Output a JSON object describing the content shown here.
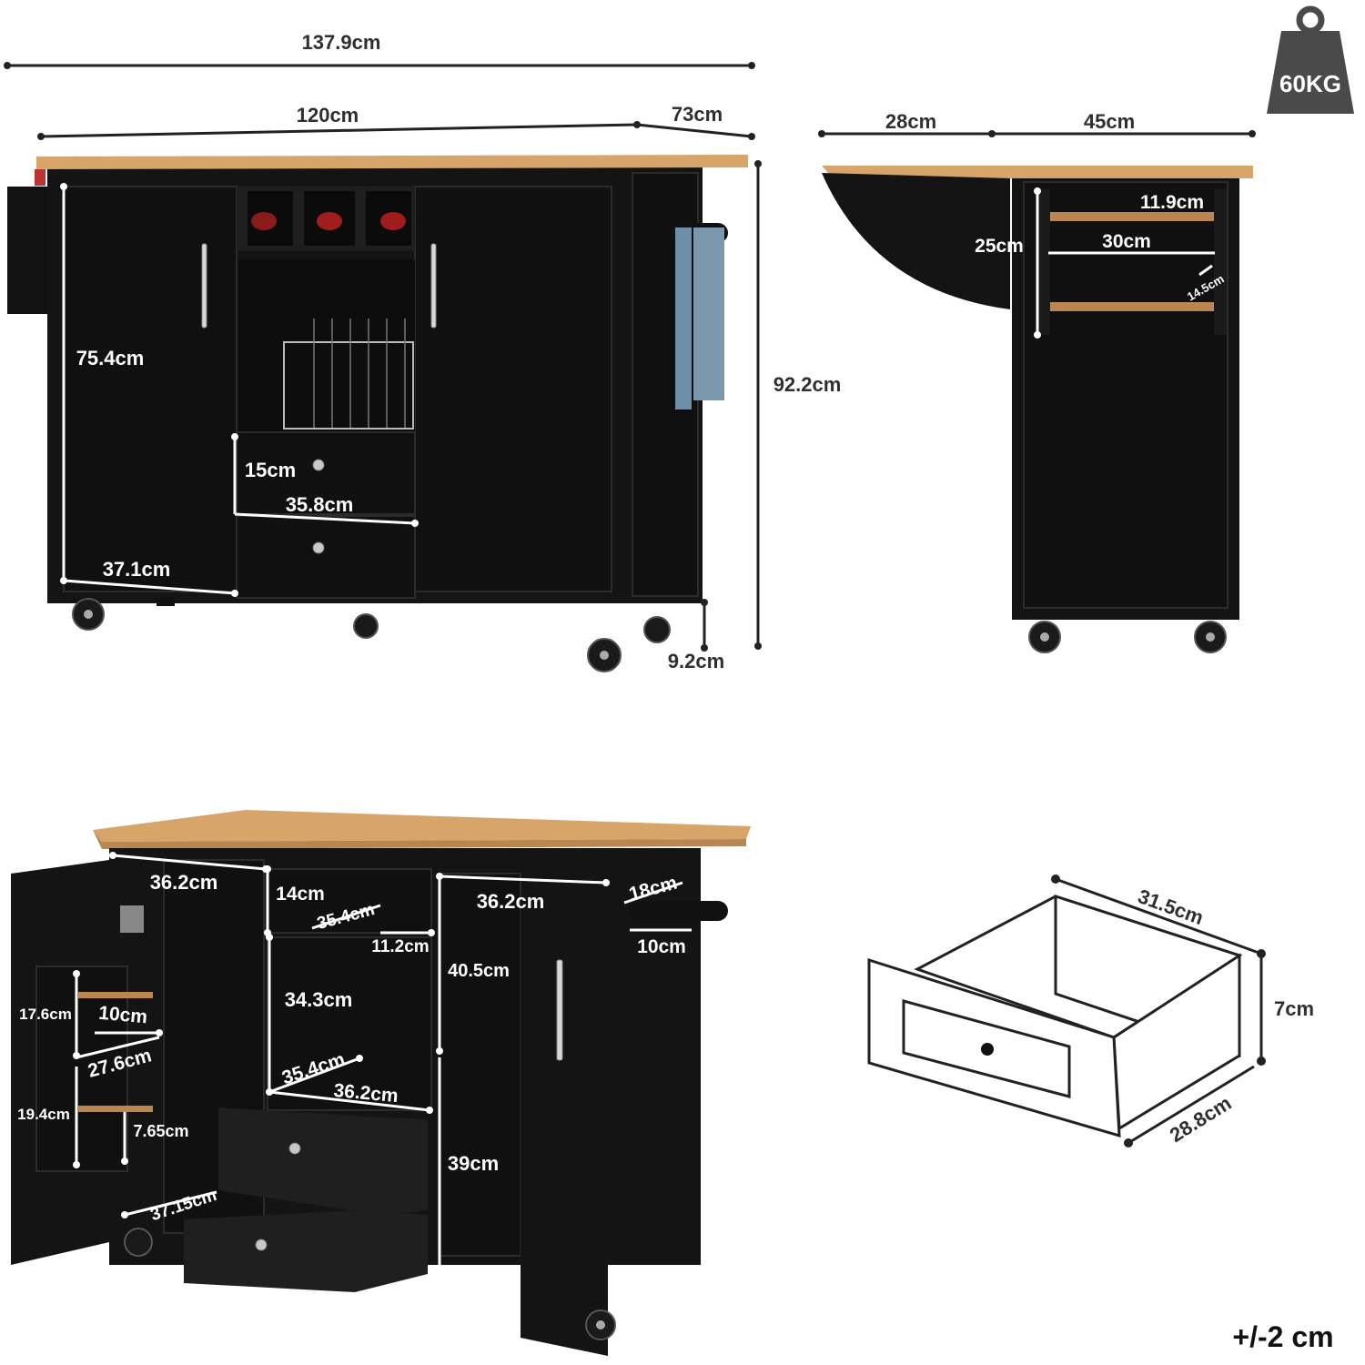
{
  "weight_badge": {
    "label": "60KG",
    "icon": "weight-icon"
  },
  "tolerance_note": "+/-2 cm",
  "front_view": {
    "overall_width": "137.9cm",
    "body_width": "120cm",
    "drop_leaf_width": "73cm",
    "height": "92.2cm",
    "cabinet_height": "75.4cm",
    "drawer_height": "15cm",
    "drawer_width": "35.8cm",
    "door_width": "37.1cm",
    "wheel_height": "9.2cm"
  },
  "side_view": {
    "leaf_depth": "28cm",
    "body_depth": "45cm",
    "rail_gap": "11.9cm",
    "leaf_drop": "25cm",
    "rail_width": "30cm",
    "rail_spacing": "14.5cm"
  },
  "open_view": {
    "left_cabinet_width": "36.2cm",
    "wine_rack_height": "14cm",
    "wine_rack_width": "35.4cm",
    "right_cabinet_width": "36.2cm",
    "towel_bar_width": "18cm",
    "shelf_gap": "11.2cm",
    "towel_bar_depth": "10cm",
    "right_cabinet_height": "40.5cm",
    "door_shelf_height_upper": "17.6cm",
    "door_shelf_depth": "10cm",
    "center_shelf_height": "34.3cm",
    "door_shelf_width": "27.6cm",
    "center_depth": "35.4cm",
    "center_width": "36.2cm",
    "door_shelf_height_lower": "19.4cm",
    "door_rail_gap": "7.65cm",
    "right_lower_height": "39cm",
    "door_width": "37.15cm"
  },
  "drawer_detail": {
    "length": "31.5cm",
    "height": "7cm",
    "width": "28.8cm"
  }
}
